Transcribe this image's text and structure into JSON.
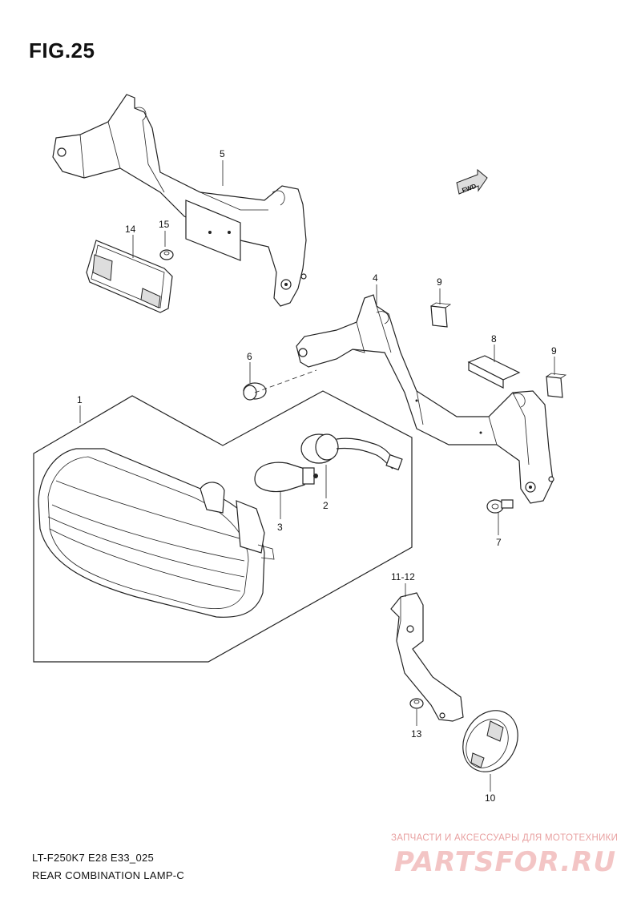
{
  "figure": {
    "title": "FIG.25"
  },
  "labels": {
    "p1": "1",
    "p2": "2",
    "p3": "3",
    "p4": "4",
    "p5": "5",
    "p6": "6",
    "p7": "7",
    "p8": "8",
    "p9a": "9",
    "p9b": "9",
    "p10": "10",
    "p11_12": "11-12",
    "p13": "13",
    "p14": "14",
    "p15": "15",
    "fwd": "FWD"
  },
  "caption": {
    "model": "LT-F250K7 E28 E33_025",
    "title": "REAR COMBINATION LAMP-C"
  },
  "watermark": {
    "text": "ЗАПЧАСТИ И АКСЕССУАРЫ ДЛЯ МОТОТЕХНИКИ",
    "logo": "PARTSFOR.RU"
  }
}
